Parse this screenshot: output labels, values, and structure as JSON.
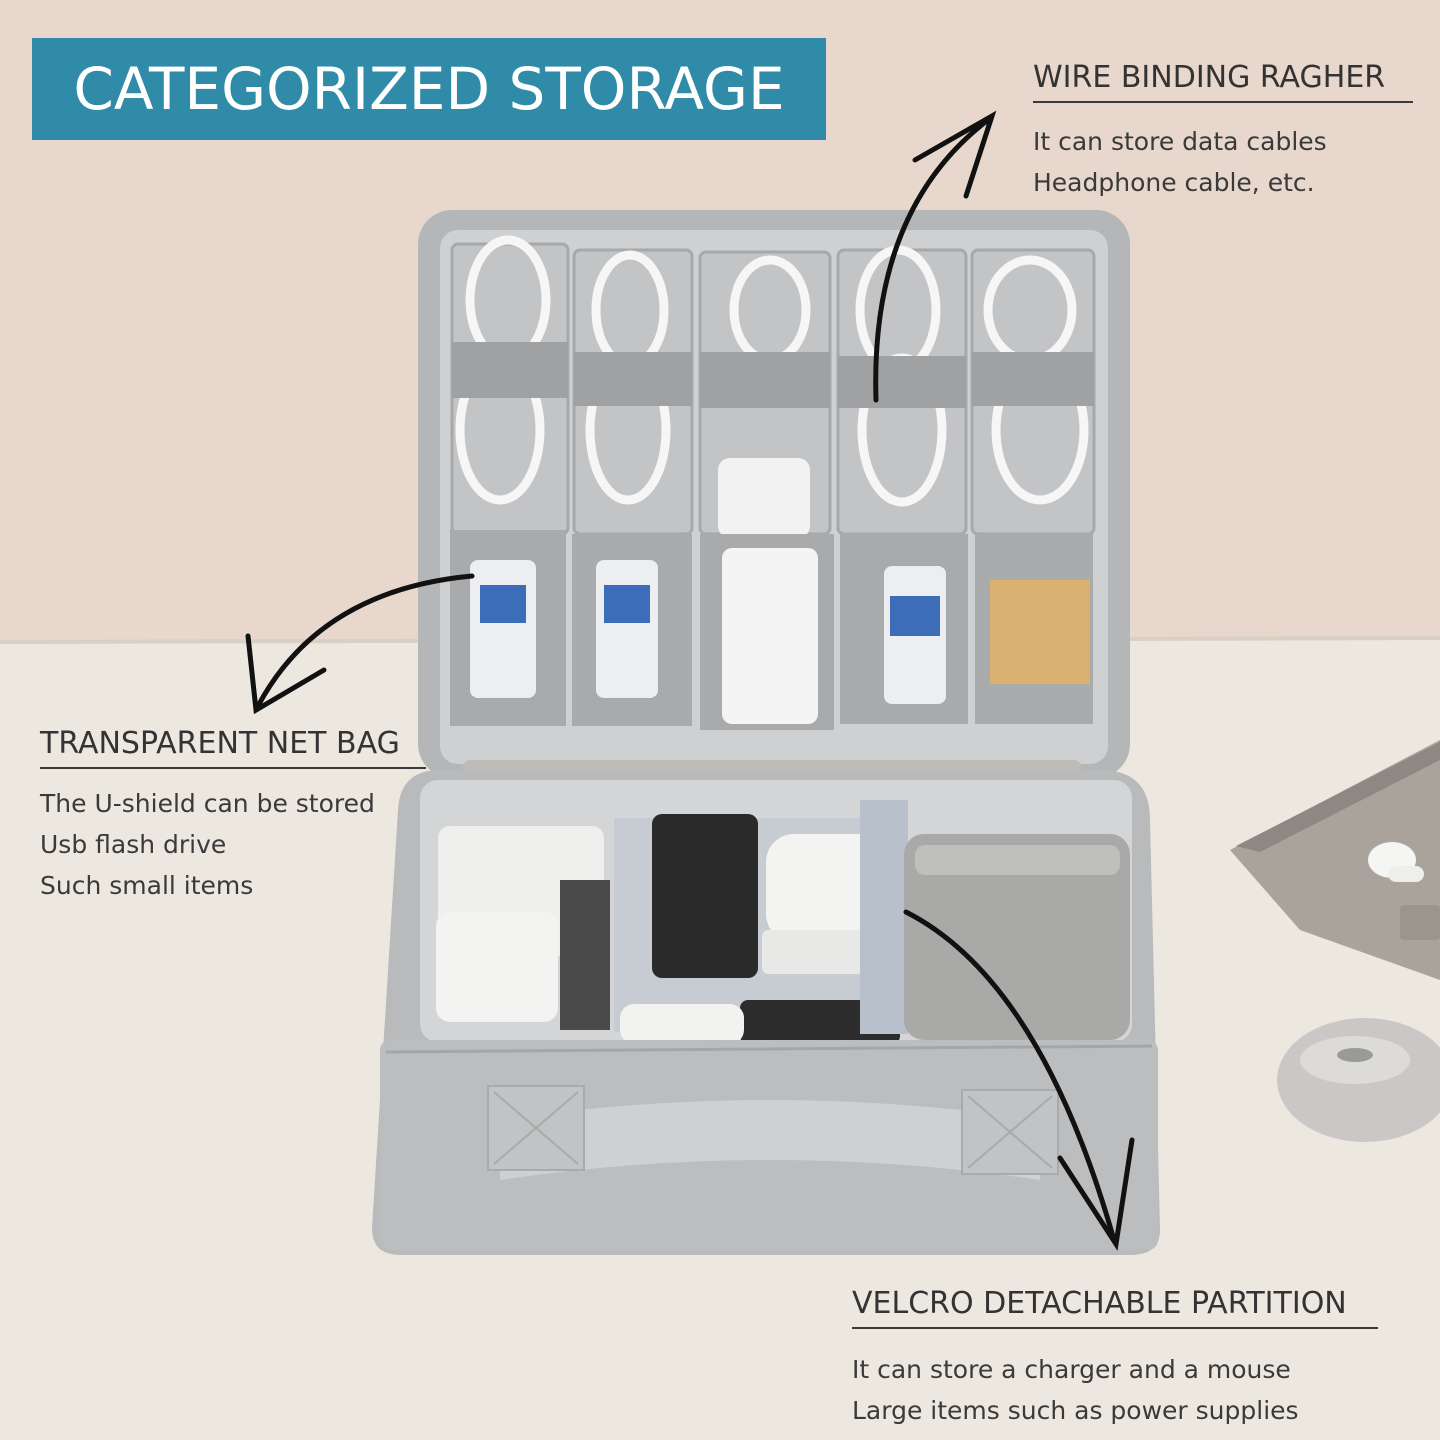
{
  "banner": {
    "title": "CATEGORIZED STORAGE",
    "color": "#2f8ba8"
  },
  "callouts": {
    "wire": {
      "heading": "WIRE BINDING RAGHER",
      "lines": [
        "It can store data cables",
        "Headphone cable, etc."
      ]
    },
    "net": {
      "heading": "TRANSPARENT NET BAG",
      "lines": [
        "The U-shield can be stored",
        "Usb flash drive",
        "Such small items"
      ]
    },
    "velcro": {
      "heading": "VELCRO DETACHABLE PARTITION",
      "lines": [
        "It can store a charger and a mouse",
        "Large items such as power supplies"
      ]
    }
  },
  "colors": {
    "wall": "#e7d6cb",
    "desk": "#ebe6de",
    "bag_gray": "#b9bbbc",
    "lining": "#d7d9db"
  }
}
